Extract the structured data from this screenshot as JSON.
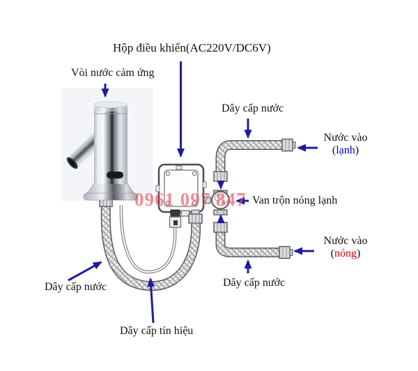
{
  "colors": {
    "arrow": "#1c1ca0",
    "cold": "#0000cc",
    "hot": "#d40000",
    "text": "#111111",
    "watermark": "#f0606a"
  },
  "labels": {
    "control_box": "Hộp điều khiển(AC220V/DC6V)",
    "sensor_faucet": "Vòi nước cảm ứng",
    "supply_hose_top": "Dây cấp nước",
    "supply_hose_bottom": "Dây cấp nước",
    "supply_hose_left": "Dây cấp nước",
    "signal_cable": "Dây cấp tín hiệu",
    "mixing_valve": "Van trộn nóng lạnh",
    "water_in": "Nước vào",
    "paren_open": "(",
    "paren_close": ")",
    "cold": "lạnh",
    "hot": "nóng",
    "watermark": "0961 097 847"
  }
}
